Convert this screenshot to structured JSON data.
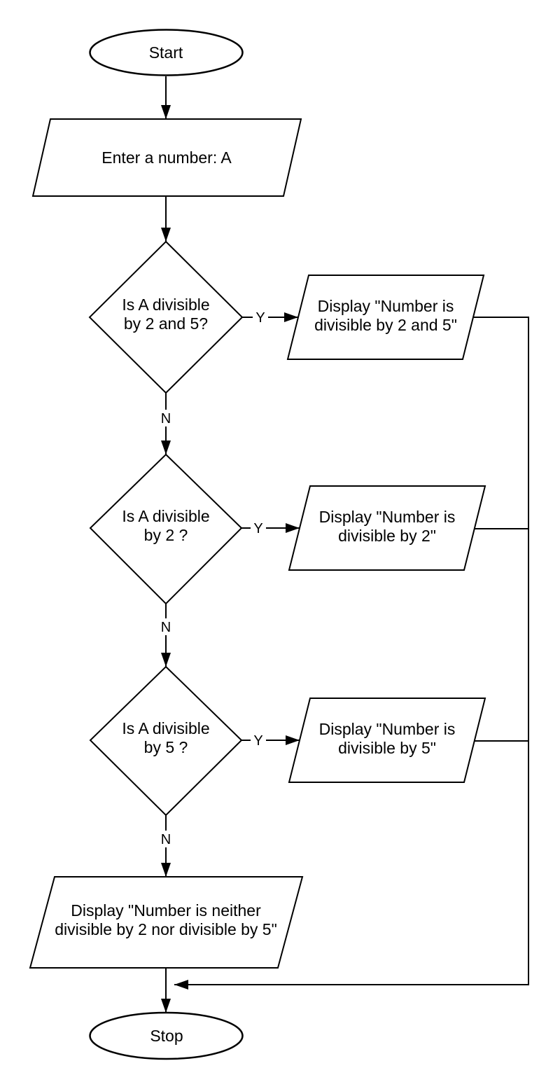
{
  "diagram": {
    "colors": {
      "background": "#ffffff",
      "stroke": "#000000",
      "text": "#000000"
    },
    "nodes": {
      "start": {
        "type": "terminator",
        "label": "Start"
      },
      "input_number": {
        "type": "input-parallelogram",
        "label": "Enter a  number: A"
      },
      "decision_div_2_and_5": {
        "type": "decision",
        "line1": "Is A divisible",
        "line2": "by 2 and 5?"
      },
      "display_div_2_and_5": {
        "type": "output-parallelogram",
        "line1": "Display \"Number is",
        "line2": "divisible by 2 and 5\""
      },
      "decision_div_2": {
        "type": "decision",
        "line1": "Is A divisible",
        "line2": "by 2 ?"
      },
      "display_div_2": {
        "type": "output-parallelogram",
        "line1": "Display \"Number is",
        "line2": "divisible by 2\""
      },
      "decision_div_5": {
        "type": "decision",
        "line1": "Is A divisible",
        "line2": "by 5 ?"
      },
      "display_div_5": {
        "type": "output-parallelogram",
        "line1": "Display \"Number is",
        "line2": "divisible by 5\""
      },
      "display_neither": {
        "type": "output-parallelogram",
        "line1": "Display \"Number is neither",
        "line2": "divisible by 2 nor divisible by 5\""
      },
      "stop": {
        "type": "terminator",
        "label": "Stop"
      }
    },
    "edge_labels": {
      "yes": "Y",
      "no": "N"
    }
  }
}
